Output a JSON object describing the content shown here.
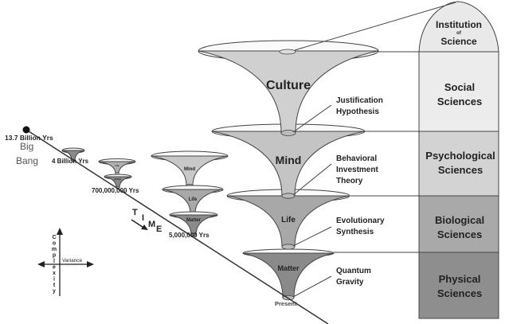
{
  "colors": {
    "institution": "#e9e9e9",
    "social": "#ececec",
    "psychological": "#d3d3d3",
    "biological": "#a9a9a9",
    "physical": "#8e8e8e",
    "culture_funnel": "#d0d0d0",
    "mind_funnel": "#c4c4c4",
    "life_funnel": "#a8a8a8",
    "matter_funnel": "#8a8a8a",
    "outline": "#444444"
  },
  "timeline": {
    "start_label": "13.7 Billion Yrs",
    "big_bang_line1": "Big",
    "big_bang_line2": "Bang",
    "t1_label": "4 Billion Yrs",
    "t2_label": "700,000,000 Yrs",
    "t3_label": "5,000,000 Yrs",
    "present_label": "Present",
    "time_letters": [
      "T",
      "I",
      "M",
      "E"
    ]
  },
  "axes_legend": {
    "vertical": "Complexity",
    "horizontal": "Variance"
  },
  "funnels": {
    "culture": "Culture",
    "mind": "Mind",
    "life": "Life",
    "matter": "Matter"
  },
  "small_funnels": {
    "t2_life": "Life",
    "t2_matter": "Matter",
    "t3_mind": "Mind",
    "t3_life": "Life",
    "t3_matter": "Matter"
  },
  "theories": {
    "justification": [
      "Justification",
      "Hypothesis"
    ],
    "bit": [
      "Behavioral",
      "Investment",
      "Theory"
    ],
    "evolutionary": [
      "Evolutionary",
      "Synthesis"
    ],
    "quantum": [
      "Quantum",
      "Gravity"
    ]
  },
  "column": {
    "institution": [
      "Institution",
      "of",
      "Science"
    ],
    "social": [
      "Social",
      "Sciences"
    ],
    "psychological": [
      "Psychological",
      "Sciences"
    ],
    "biological": [
      "Biological",
      "Sciences"
    ],
    "physical": [
      "Physical",
      "Sciences"
    ]
  }
}
